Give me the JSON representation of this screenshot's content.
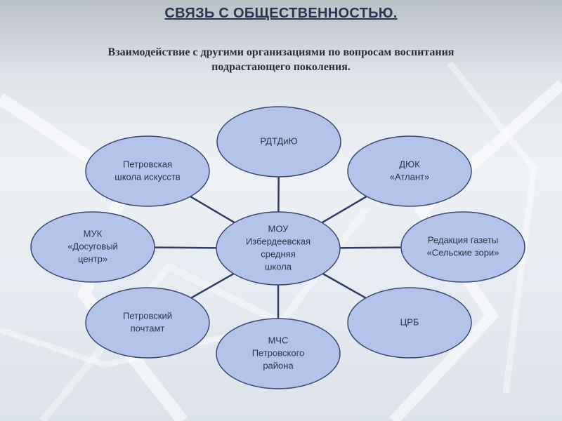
{
  "slide": {
    "title": "СВЯЗЬ С ОБЩЕСТВЕННОСТЬЮ.",
    "subtitle_line1": "Взаимодействие с другими организациями по вопросам воспитания",
    "subtitle_line2": "подрастающего поколения."
  },
  "diagram": {
    "center": {
      "id": "center",
      "lines": [
        "МОУ",
        "Избердеевская",
        "средняя",
        "школа"
      ]
    },
    "nodes": [
      {
        "id": "rdtdiu",
        "lines": [
          "РДТДиЮ"
        ]
      },
      {
        "id": "duk-atlant",
        "lines": [
          "ДЮК",
          "«Атлант»"
        ]
      },
      {
        "id": "gazeta",
        "lines": [
          "Редакция газеты",
          "«Сельские зори»"
        ]
      },
      {
        "id": "crb",
        "lines": [
          "ЦРБ"
        ]
      },
      {
        "id": "mchs",
        "lines": [
          "МЧС",
          "Петровского",
          "района"
        ]
      },
      {
        "id": "pochtamt",
        "lines": [
          "Петровский",
          "почтамт"
        ]
      },
      {
        "id": "muk",
        "lines": [
          "МУК",
          "«Досуговый",
          "центр»"
        ]
      },
      {
        "id": "shkola-iskusstv",
        "lines": [
          "Петровская",
          "школа искусств"
        ]
      }
    ],
    "colors": {
      "node_fill": "#b3c3e9",
      "node_stroke": "#3b4a73",
      "connector": "#2f3c63"
    }
  }
}
